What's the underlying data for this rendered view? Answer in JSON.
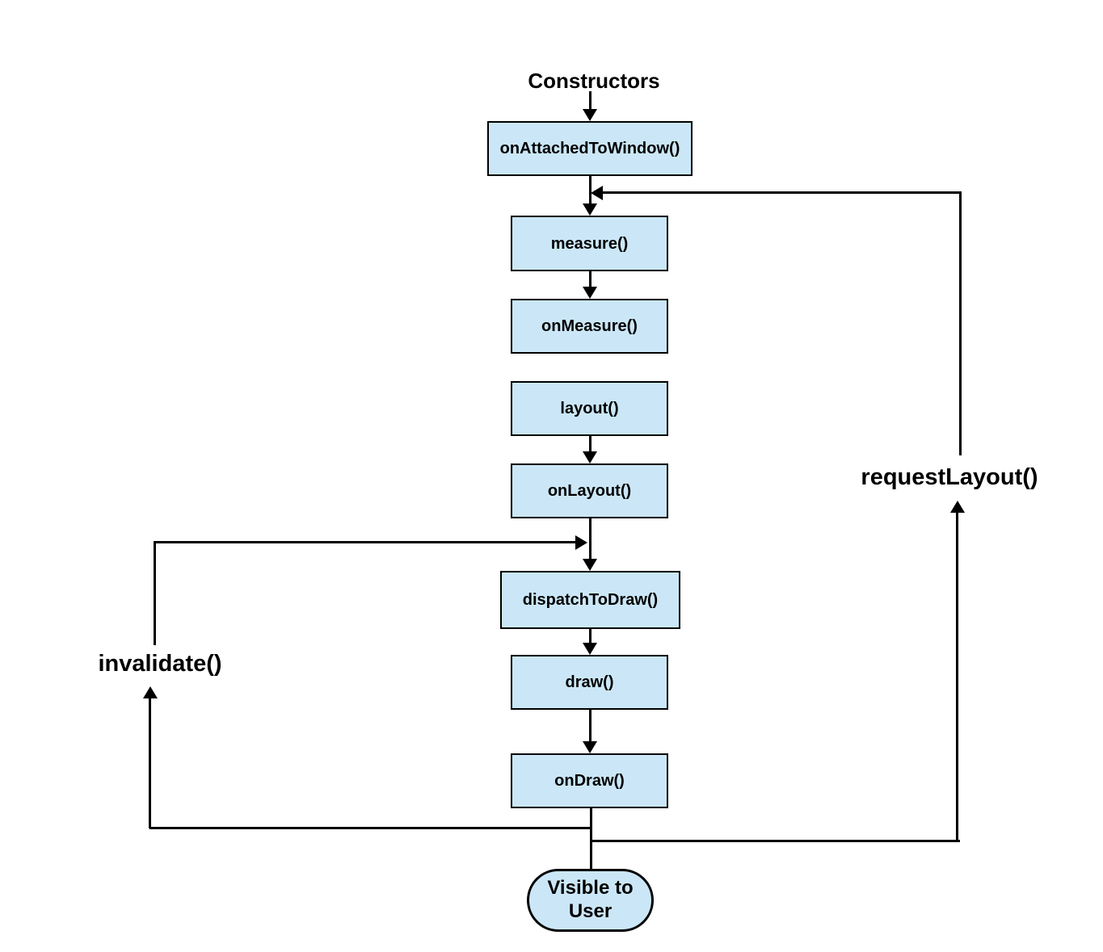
{
  "diagram": {
    "title": "Android View rendering lifecycle flowchart",
    "labels": {
      "constructors": "Constructors",
      "invalidate": "invalidate()",
      "requestLayout": "requestLayout()"
    },
    "nodes": {
      "onAttachedToWindow": {
        "label": "onAttachedToWindow()",
        "shape": "rect"
      },
      "measure": {
        "label": "measure()",
        "shape": "rect"
      },
      "onMeasure": {
        "label": "onMeasure()",
        "shape": "rect"
      },
      "layout": {
        "label": "layout()",
        "shape": "rect"
      },
      "onLayout": {
        "label": "onLayout()",
        "shape": "rect"
      },
      "dispatchToDraw": {
        "label": "dispatchToDraw()",
        "shape": "rect"
      },
      "draw": {
        "label": "draw()",
        "shape": "rect"
      },
      "onDraw": {
        "label": "onDraw()",
        "shape": "rect"
      },
      "visibleToUser": {
        "label": "Visible to User",
        "shape": "stadium"
      }
    },
    "edges": [
      {
        "from": "Constructors",
        "to": "onAttachedToWindow",
        "type": "arrow"
      },
      {
        "from": "onAttachedToWindow",
        "to": "measure",
        "type": "arrow"
      },
      {
        "from": "measure",
        "to": "onMeasure",
        "type": "arrow"
      },
      {
        "from": "layout",
        "to": "onLayout",
        "type": "arrow"
      },
      {
        "from": "onLayout",
        "to": "dispatchToDraw",
        "type": "arrow"
      },
      {
        "from": "dispatchToDraw",
        "to": "draw",
        "type": "arrow"
      },
      {
        "from": "draw",
        "to": "onDraw",
        "type": "arrow"
      },
      {
        "from": "onDraw",
        "to": "visibleToUser",
        "type": "line"
      },
      {
        "from": "onDraw",
        "to": "dispatchToDraw",
        "label": "invalidate()",
        "type": "feedback-loop-left"
      },
      {
        "from": "onDraw",
        "to": "measure",
        "label": "requestLayout()",
        "type": "feedback-loop-right"
      }
    ]
  },
  "colors": {
    "node_fill": "#cbe7f7",
    "node_border": "#000000",
    "line_color": "#000000",
    "text_color": "#000000",
    "background": "#ffffff"
  }
}
